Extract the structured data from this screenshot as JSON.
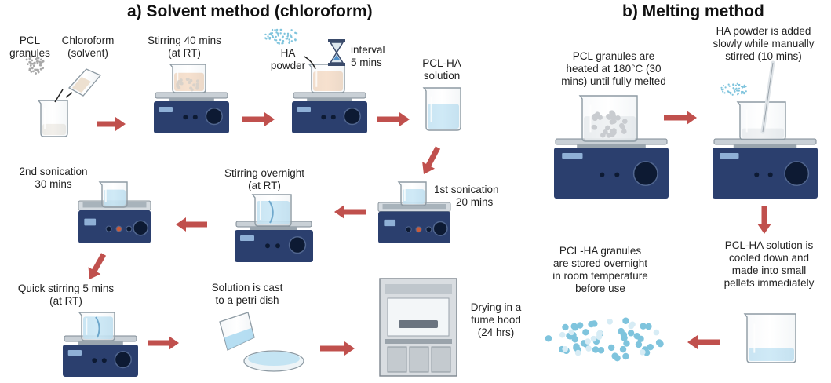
{
  "titles": {
    "a": "a) Solvent method (chloroform)",
    "b": "b) Melting method"
  },
  "colors": {
    "arrow": "#c0504d",
    "device": "#2b3f6e",
    "liquid": "#a9d8f0",
    "powder": "#7fc4dd"
  },
  "labels": {
    "pcl_granules": [
      "PCL",
      "granules"
    ],
    "chloroform": [
      "Chloroform",
      "(solvent)"
    ],
    "stir40": [
      "Stirring 40 mins",
      "(at RT)"
    ],
    "ha_powder": [
      "HA",
      "powder"
    ],
    "interval": [
      "interval",
      "5 mins"
    ],
    "pclha_solution": [
      "PCL-HA",
      "solution"
    ],
    "sonic1": [
      "1st sonication",
      "20 mins"
    ],
    "stir_overnight": [
      "Stirring overnight",
      "(at RT)"
    ],
    "sonic2": [
      "2nd sonication",
      "30 mins"
    ],
    "quick_stir": [
      "Quick stirring 5 mins",
      "(at RT)"
    ],
    "cast": [
      "Solution is cast",
      "to a petri dish"
    ],
    "drying": [
      "Drying in a",
      "fume hood",
      "(24 hrs)"
    ],
    "melt_heat": [
      "PCL granules are",
      "heated at 180°C (30",
      "mins) until fully melted"
    ],
    "melt_add": [
      "HA powder is added",
      "slowly while manually",
      "stirred (10 mins)"
    ],
    "melt_cool": [
      "PCL-HA solution is",
      "cooled down and",
      "made into small",
      "pellets immediately"
    ],
    "melt_store": [
      "PCL-HA granules",
      "are stored overnight",
      "in room temperature",
      "before use"
    ]
  }
}
